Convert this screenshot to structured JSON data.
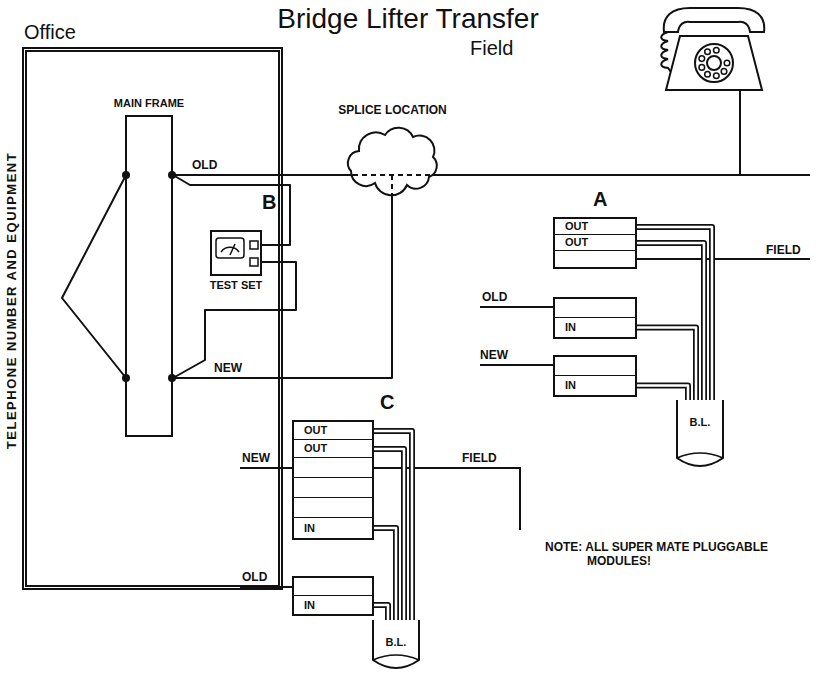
{
  "diagram": {
    "title": "Bridge Lifter Transfer",
    "nodes": [
      {
        "text": [
          "Office"
        ]
      },
      {
        "text": [
          "MAIN FRAME"
        ],
        "in": 0
      },
      {
        "text": [
          "TEST SET"
        ],
        "in": 0
      },
      {
        "text": [
          "SPLICE LOCATION"
        ]
      },
      {
        "text": [
          "OUT",
          "OUT"
        ]
      },
      {
        "text": [
          "IN"
        ]
      },
      {
        "text": [
          "IN"
        ]
      },
      {
        "text": [
          "B.L."
        ]
      },
      {
        "text": [
          "OUT",
          "OUT",
          "IN"
        ]
      },
      {
        "text": [
          "IN"
        ]
      },
      {
        "text": [
          "B.L."
        ]
      }
    ],
    "edges": [
      {
        "from": 1,
        "to": 3,
        "arrow": "none",
        "label": "OLD"
      },
      {
        "from": 1,
        "to": 3,
        "arrow": "none",
        "label": "NEW"
      },
      {
        "from": 1,
        "to": 2,
        "arrow": "none"
      },
      {
        "from": 1,
        "to": 2,
        "arrow": "none"
      },
      {
        "from": 4,
        "to": 7,
        "arrow": "none"
      },
      {
        "from": 4,
        "to": 7,
        "arrow": "none"
      },
      {
        "from": 5,
        "to": 7,
        "arrow": "none"
      },
      {
        "from": 6,
        "to": 7,
        "arrow": "none"
      },
      {
        "from": 8,
        "to": 10,
        "arrow": "none"
      },
      {
        "from": 8,
        "to": 10,
        "arrow": "none"
      },
      {
        "from": 8,
        "to": 10,
        "arrow": "none"
      },
      {
        "from": 9,
        "to": 10,
        "arrow": "none"
      }
    ],
    "labels": [
      "Field",
      "TELEPHONE NUMBER AND EQUIPMENT",
      "B",
      "A",
      "FIELD",
      "OLD",
      "NEW",
      "C",
      "NEW",
      "FIELD",
      "OLD",
      "NOTE: ALL SUPER MATE PLUGGABLE MODULES!"
    ]
  }
}
